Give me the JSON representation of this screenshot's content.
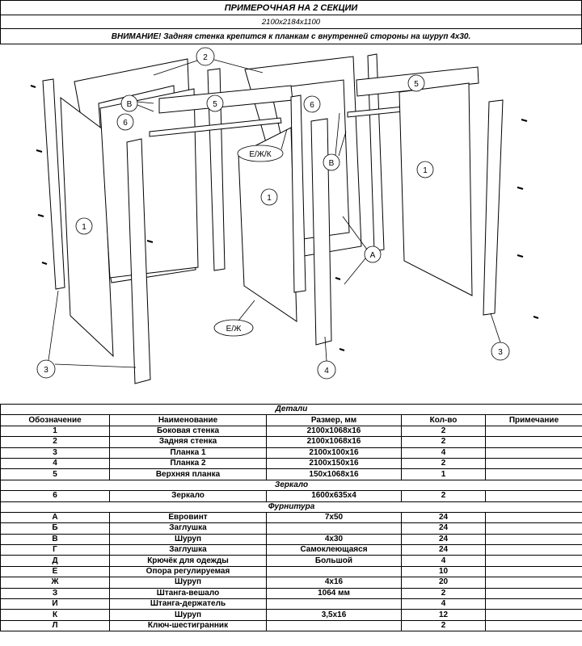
{
  "header": {
    "title": "ПРИМЕРОЧНАЯ НА 2 СЕКЦИИ",
    "size": "2100x2184x1100",
    "warning": "ВНИМАНИЕ! Задняя стенка крепится к планкам с внутренней стороны на шуруп 4x30."
  },
  "drawing": {
    "labels": {
      "side_wall": "1",
      "back_wall": "2",
      "plank1": "3",
      "plank2": "4",
      "top_plank": "5",
      "mirror": "6",
      "screw_v": "В",
      "eurovint_a": "А",
      "foot_ezh": "Е/Ж",
      "rod_ezhk": "Е/Ж/К"
    }
  },
  "table": {
    "section_details": "Детали",
    "columns": [
      "Обозначение",
      "Наименование",
      "Размер, мм",
      "Кол-во",
      "Примечание"
    ],
    "details_rows": [
      {
        "code": "1",
        "name": "Боковая стенка",
        "size": "2100x1068x16",
        "qty": "2",
        "note": ""
      },
      {
        "code": "2",
        "name": "Задняя стенка",
        "size": "2100x1068x16",
        "qty": "2",
        "note": ""
      },
      {
        "code": "3",
        "name": "Планка 1",
        "size": "2100x100x16",
        "qty": "4",
        "note": ""
      },
      {
        "code": "4",
        "name": "Планка 2",
        "size": "2100x150x16",
        "qty": "2",
        "note": ""
      },
      {
        "code": "5",
        "name": "Верхняя планка",
        "size": "150x1068x16",
        "qty": "1",
        "note": ""
      }
    ],
    "section_mirrors": "Зеркало",
    "mirror_rows": [
      {
        "code": "6",
        "name": "Зеркало",
        "size": "1600x635x4",
        "qty": "2",
        "note": ""
      }
    ],
    "section_fittings": "Фурнитура",
    "fittings_rows": [
      {
        "code": "А",
        "name": "Евровинт",
        "size": "7x50",
        "qty": "24",
        "note": ""
      },
      {
        "code": "Б",
        "name": "Заглушка",
        "size": "",
        "qty": "24",
        "note": ""
      },
      {
        "code": "В",
        "name": "Шуруп",
        "size": "4x30",
        "qty": "24",
        "note": ""
      },
      {
        "code": "Г",
        "name": "Заглушка",
        "size": "Самоклеющаяся",
        "qty": "24",
        "note": ""
      },
      {
        "code": "Д",
        "name": "Крючёк для одежды",
        "size": "Большой",
        "qty": "4",
        "note": ""
      },
      {
        "code": "Е",
        "name": "Опора регулируемая",
        "size": "",
        "qty": "10",
        "note": ""
      },
      {
        "code": "Ж",
        "name": "Шуруп",
        "size": "4x16",
        "qty": "20",
        "note": ""
      },
      {
        "code": "З",
        "name": "Штанга-вешало",
        "size": "1064 мм",
        "qty": "2",
        "note": ""
      },
      {
        "code": "И",
        "name": "Штанга-держатель",
        "size": "",
        "qty": "4",
        "note": ""
      },
      {
        "code": "К",
        "name": "Шуруп",
        "size": "3,5x16",
        "qty": "12",
        "note": ""
      },
      {
        "code": "Л",
        "name": "Ключ-шестигранник",
        "size": "",
        "qty": "2",
        "note": ""
      }
    ]
  }
}
